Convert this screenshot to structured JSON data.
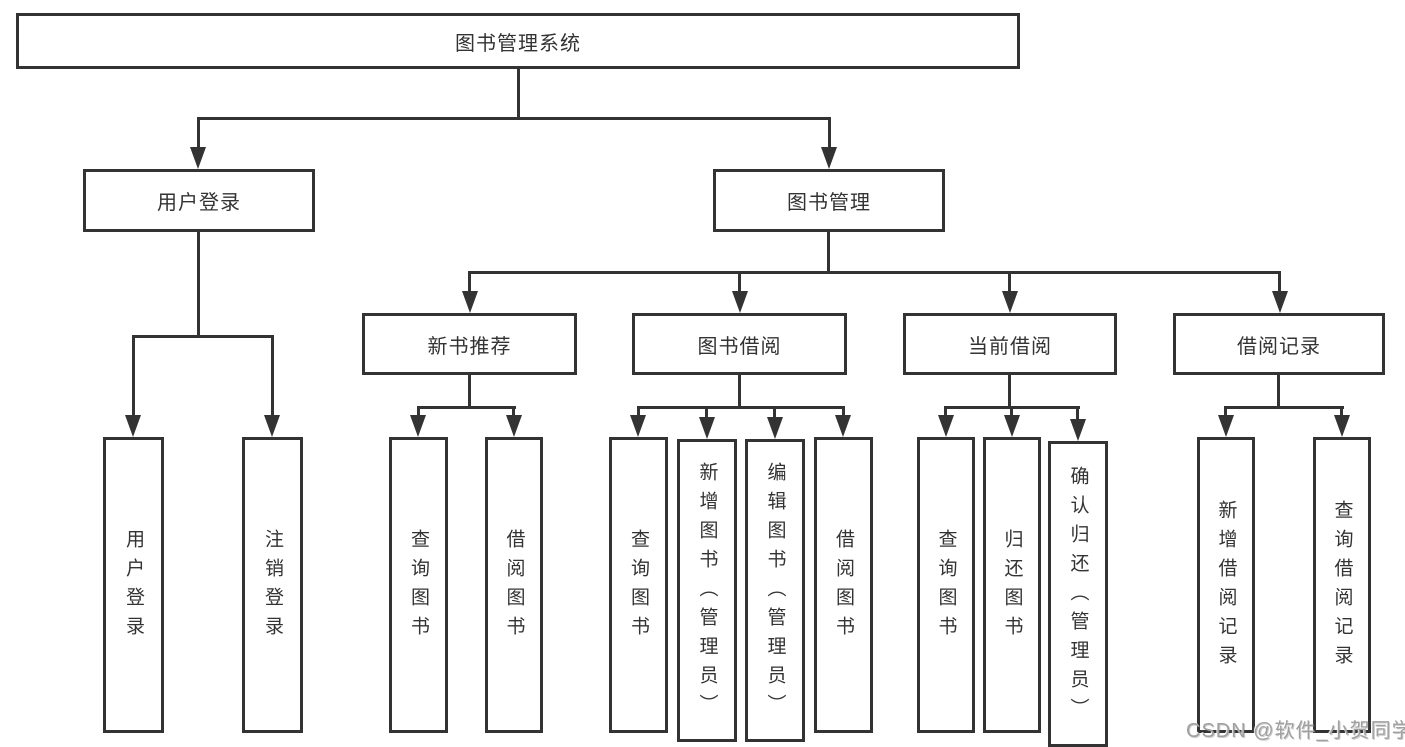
{
  "tree": {
    "root": {
      "label": "图书管理系统"
    },
    "branches": [
      {
        "label": "用户登录",
        "children": [
          {
            "label": "用户登录"
          },
          {
            "label": "注销登录"
          }
        ]
      },
      {
        "label": "图书管理",
        "sections": [
          {
            "label": "新书推荐",
            "children": [
              {
                "label": "查询图书"
              },
              {
                "label": "借阅图书"
              }
            ]
          },
          {
            "label": "图书借阅",
            "children": [
              {
                "label": "查询图书"
              },
              {
                "label": "新增图书（管理员）"
              },
              {
                "label": "编辑图书（管理员）"
              },
              {
                "label": "借阅图书"
              }
            ]
          },
          {
            "label": "当前借阅",
            "children": [
              {
                "label": "查询图书"
              },
              {
                "label": "归还图书"
              },
              {
                "label": "确认归还（管理员）"
              }
            ]
          },
          {
            "label": "借阅记录",
            "children": [
              {
                "label": "新增借阅记录"
              },
              {
                "label": "查询借阅记录"
              }
            ]
          }
        ]
      }
    ]
  },
  "watermark": {
    "text": "CSDN @软件_小贺同学"
  },
  "colors": {
    "line": "#333333",
    "text": "#333333",
    "watermark": "#a0a0a0",
    "background": "#ffffff"
  }
}
